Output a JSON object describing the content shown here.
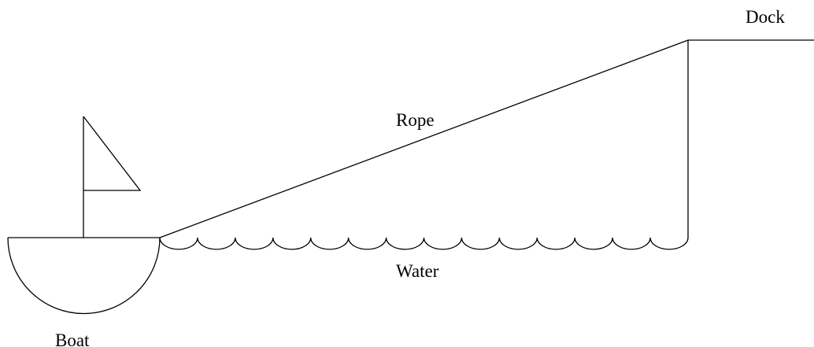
{
  "labels": {
    "dock": "Dock",
    "rope": "Rope",
    "water": "Water",
    "boat": "Boat"
  },
  "colors": {
    "stroke": "#000000",
    "text": "#000000",
    "background": "#ffffff"
  }
}
